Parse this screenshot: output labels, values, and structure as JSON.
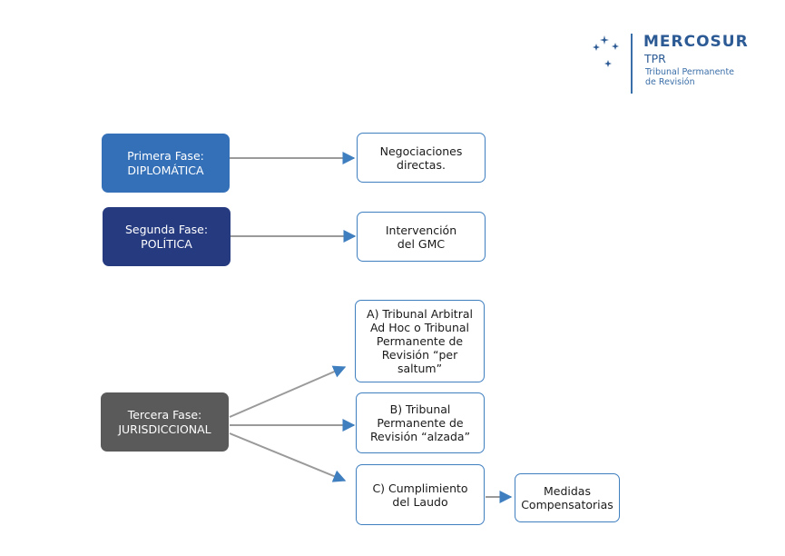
{
  "logo": {
    "name": "MERCOSUR",
    "abbr": "TPR",
    "subtitle_line1": "Tribunal Permanente",
    "subtitle_line2": "de Revisión",
    "icon": "stars-icon",
    "color": "#2c5a94"
  },
  "phases": [
    {
      "line1": "Primera Fase:",
      "line2": "DIPLOMÁTICA",
      "color": "#3470b8"
    },
    {
      "line1": "Segunda Fase:",
      "line2": "POLÍTICA",
      "color": "#263a80"
    },
    {
      "line1": "Tercera Fase:",
      "line2": "JURISDICCIONAL",
      "color": "#5a5a5a"
    }
  ],
  "outcomes": {
    "negociaciones": "Negociaciones\ndirectas.",
    "intervencion": "Intervención\ndel GMC",
    "tribunal_arbitral": "A) Tribunal Arbitral\nAd Hoc o Tribunal\nPermanente de\nRevisión “per saltum”",
    "tribunal_permanente": "B) Tribunal\nPermanente de\nRevisión “alzada”",
    "cumplimiento": "C) Cumplimiento\ndel Laudo",
    "medidas": "Medidas\nCompensatorias"
  },
  "colors": {
    "arrow_gray": "#9a9a9a",
    "arrow_head": "#3f7fc0",
    "box_border": "#3f7fc0"
  }
}
